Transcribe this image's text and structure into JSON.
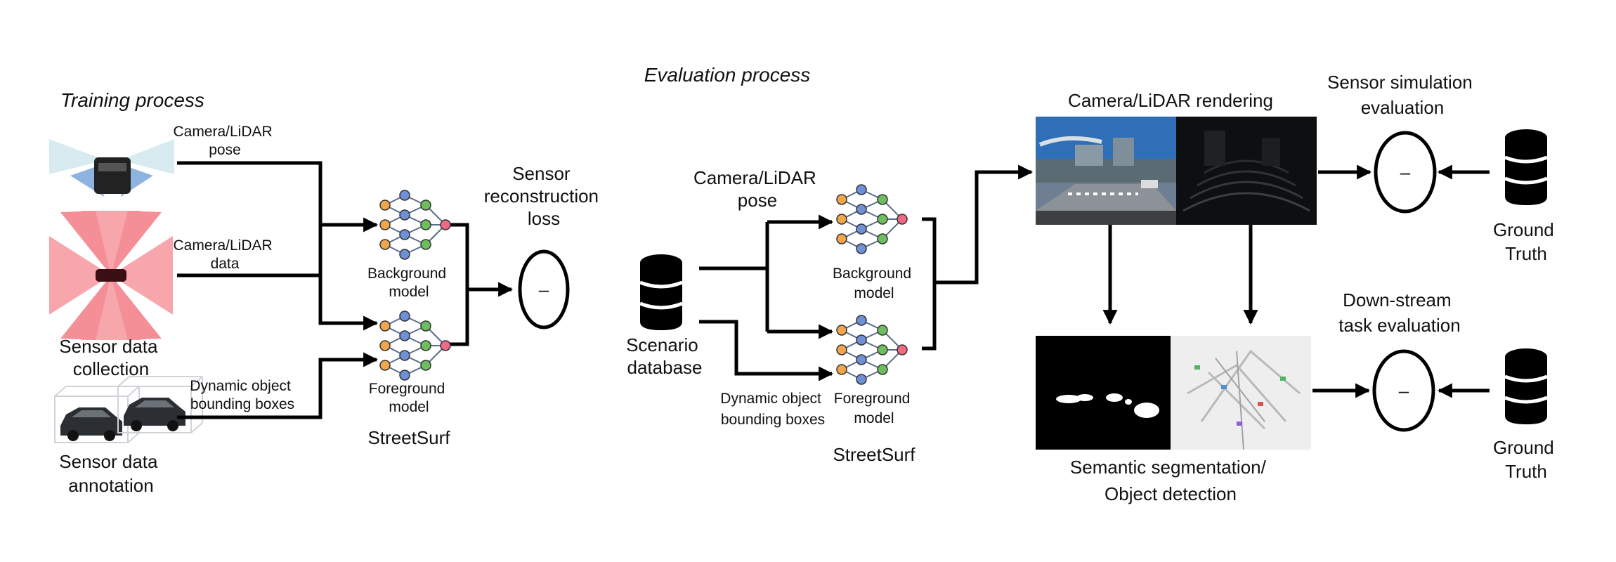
{
  "training": {
    "title": "Training process",
    "pose_label": [
      "Camera/LiDAR",
      "pose"
    ],
    "data_label": [
      "Camera/LiDAR",
      "data"
    ],
    "boxes_label": [
      "Dynamic object",
      "bounding boxes"
    ],
    "collection_label": [
      "Sensor data",
      "collection"
    ],
    "annotation_label": [
      "Sensor data",
      "annotation"
    ],
    "background_label": [
      "Background",
      "model"
    ],
    "foreground_label": [
      "Foreground",
      "model"
    ],
    "streetsurf_label": "StreetSurf",
    "loss_label": [
      "Sensor",
      "reconstruction",
      "loss"
    ],
    "minus": "–"
  },
  "evaluation": {
    "title": "Evaluation process",
    "pose_label": [
      "Camera/LiDAR",
      "pose"
    ],
    "scenario_label": [
      "Scenario",
      "database"
    ],
    "boxes_label": [
      "Dynamic object",
      "bounding boxes"
    ],
    "background_label": [
      "Background",
      "model"
    ],
    "foreground_label": [
      "Foreground",
      "model"
    ],
    "streetsurf_label": "StreetSurf",
    "rendering_label": "Camera/LiDAR rendering",
    "sim_eval_label": [
      "Sensor simulation",
      "evaluation"
    ],
    "downstream_label": [
      "Down-stream",
      "task evaluation"
    ],
    "seg_label": [
      "Semantic segmentation/",
      "Object detection"
    ],
    "ground_truth_label": [
      "Ground",
      "Truth"
    ],
    "minus": "–"
  },
  "colors": {
    "node_blue": "#6f8fd6",
    "node_orange": "#f0a64a",
    "node_green": "#6dbf5e",
    "node_pink": "#ee6a85",
    "sensor_red": "#f7a6ac",
    "camera_blue": "#8fb3df"
  }
}
